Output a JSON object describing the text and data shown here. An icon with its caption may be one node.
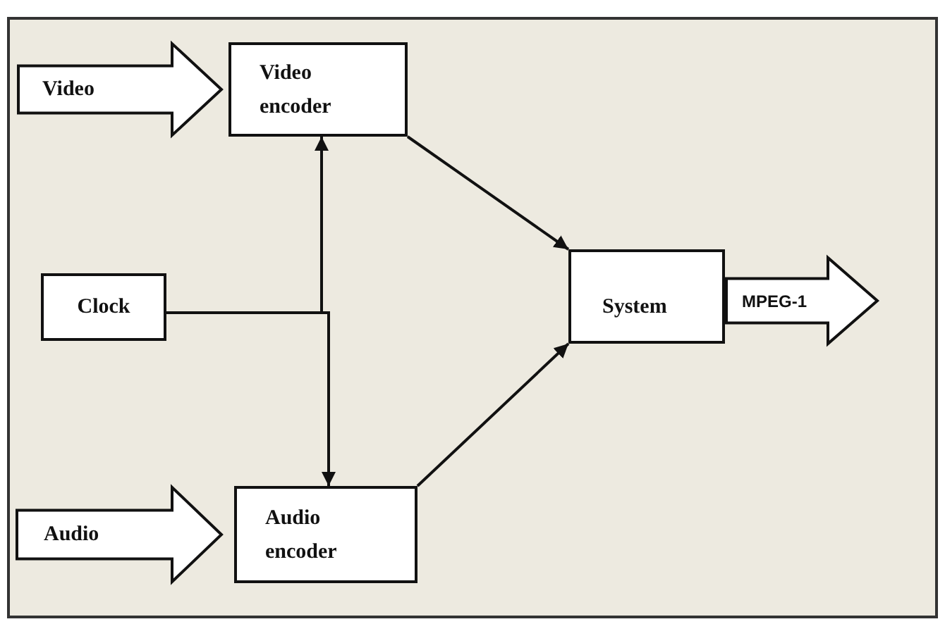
{
  "diagram": {
    "nodes": [
      {
        "text": [
          "Video"
        ]
      },
      {
        "text": [
          "Video encoder"
        ]
      },
      {
        "text": [
          "Clock"
        ]
      },
      {
        "text": [
          "System"
        ]
      },
      {
        "text": [
          "MPEG-1"
        ]
      },
      {
        "text": [
          "Audio"
        ]
      },
      {
        "text": [
          "Audio encoder"
        ]
      }
    ],
    "edges": [
      {
        "from": 1,
        "to": 3,
        "arrow": "to"
      },
      {
        "from": 6,
        "to": 3,
        "arrow": "to"
      },
      {
        "from": 2,
        "to": 1,
        "arrow": "to"
      },
      {
        "from": 2,
        "to": 6,
        "arrow": "to"
      }
    ]
  }
}
